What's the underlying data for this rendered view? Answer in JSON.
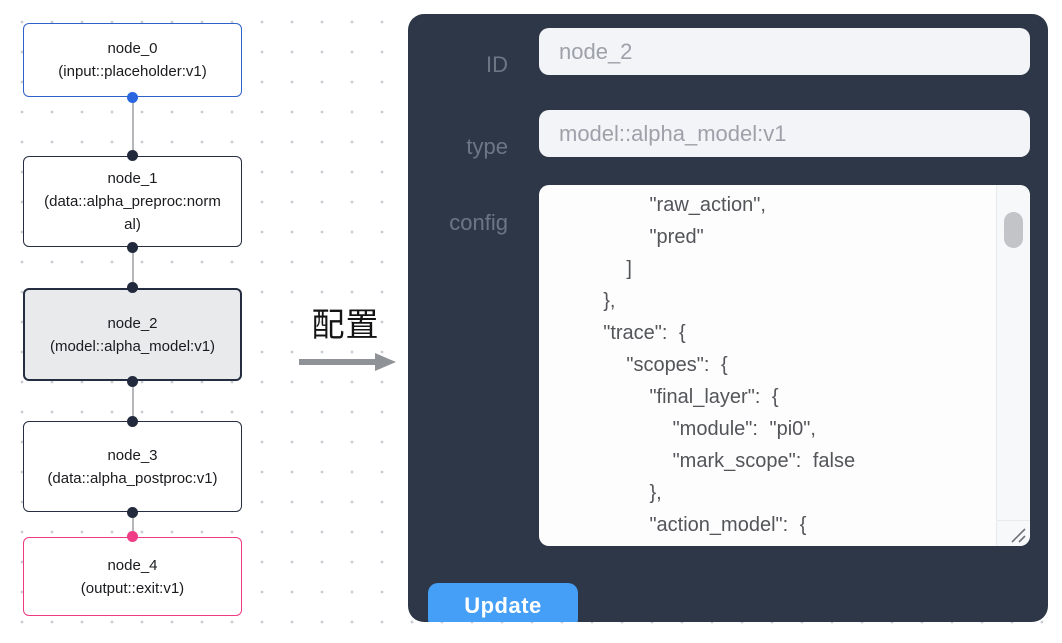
{
  "graph": {
    "nodes": [
      {
        "name": "node_0",
        "type": "(input::placeholder:v1)"
      },
      {
        "name": "node_1",
        "type": "(data::alpha_preproc:normal)"
      },
      {
        "name": "node_2",
        "type": "(model::alpha_model:v1)"
      },
      {
        "name": "node_3",
        "type": "(data::alpha_postproc:v1)"
      },
      {
        "name": "node_4",
        "type": "(output::exit:v1)"
      }
    ],
    "selected_node": "node_2"
  },
  "transition": {
    "label": "配置"
  },
  "panel": {
    "fields": {
      "id": {
        "label": "ID",
        "value": "node_2"
      },
      "type": {
        "label": "type",
        "value": "model::alpha_model:v1"
      },
      "config": {
        "label": "config",
        "lines": [
          "        \"raw_action\",",
          "        \"pred\"",
          "      ]",
          "    },",
          "    \"trace\": {",
          "      \"scopes\": {",
          "        \"final_layer\": {",
          "          \"module\": \"pi0\",",
          "          \"mark_scope\": false",
          "        },",
          "        \"action_model\": {"
        ]
      }
    },
    "update_button": "Update"
  },
  "colors": {
    "panel_bg": "#2d3747",
    "input_node_accent": "#2e62c8",
    "output_node_accent": "#ee3a84",
    "node_border": "#252e40",
    "selected_node_fill": "#e9eaec",
    "update_button_bg": "#459ff7",
    "arrow_gray": "#8f9296"
  }
}
